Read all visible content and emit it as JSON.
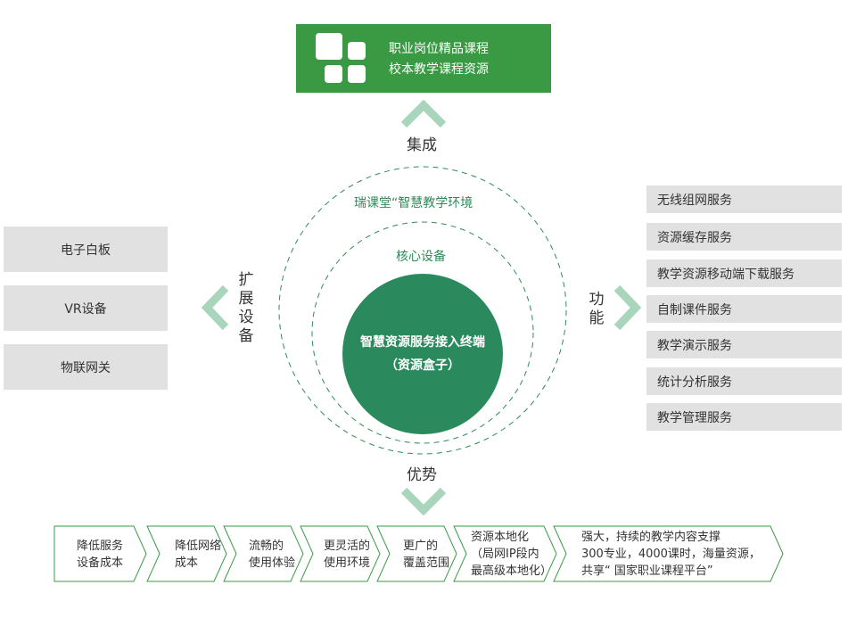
{
  "top": {
    "line1": "职业岗位精品课程",
    "line2": "校本教学课程资源"
  },
  "arrows": {
    "up_label": "集成",
    "down_label": "优势",
    "left_label_chars": [
      "扩",
      "展",
      "设",
      "备"
    ],
    "right_label_chars": [
      "功",
      "能"
    ]
  },
  "rings": {
    "outer_label": "瑞课堂“智慧教学环境",
    "inner_label": "核心设备"
  },
  "center": {
    "line1": "智慧资源服务接入终端",
    "line2": "（资源盒子）"
  },
  "left_items": [
    "电子白板",
    "VR设备",
    "物联网关"
  ],
  "right_items": [
    "无线组网服务",
    "资源缓存服务",
    "教学资源移动端下载服务",
    "自制课件服务",
    "教学演示服务",
    "统计分析服务",
    "教学管理服务"
  ],
  "advantages": [
    {
      "line1": "降低服务",
      "line2": "设备成本"
    },
    {
      "line1": "降低网络",
      "line2": "成本"
    },
    {
      "line1": "流畅的",
      "line2": "使用体验"
    },
    {
      "line1": "更灵活的",
      "line2": "使用环境"
    },
    {
      "line1": "更广的",
      "line2": "覆盖范围"
    },
    {
      "line1": "资源本地化",
      "line2": "（局网IP段内",
      "line3": "最高级本地化）"
    },
    {
      "line1": "强大，持续的教学内容支撑",
      "line2": "300专业，4000课时，海量资源，",
      "line3": "共享“ 国家职业课程平台”"
    }
  ],
  "colors": {
    "top_green": "#3a9a43",
    "center_green": "#2a8a5e",
    "arrow_green": "#a9d5bd",
    "dash_green": "#2e8b57",
    "box_gray": "#e1e1e1"
  }
}
